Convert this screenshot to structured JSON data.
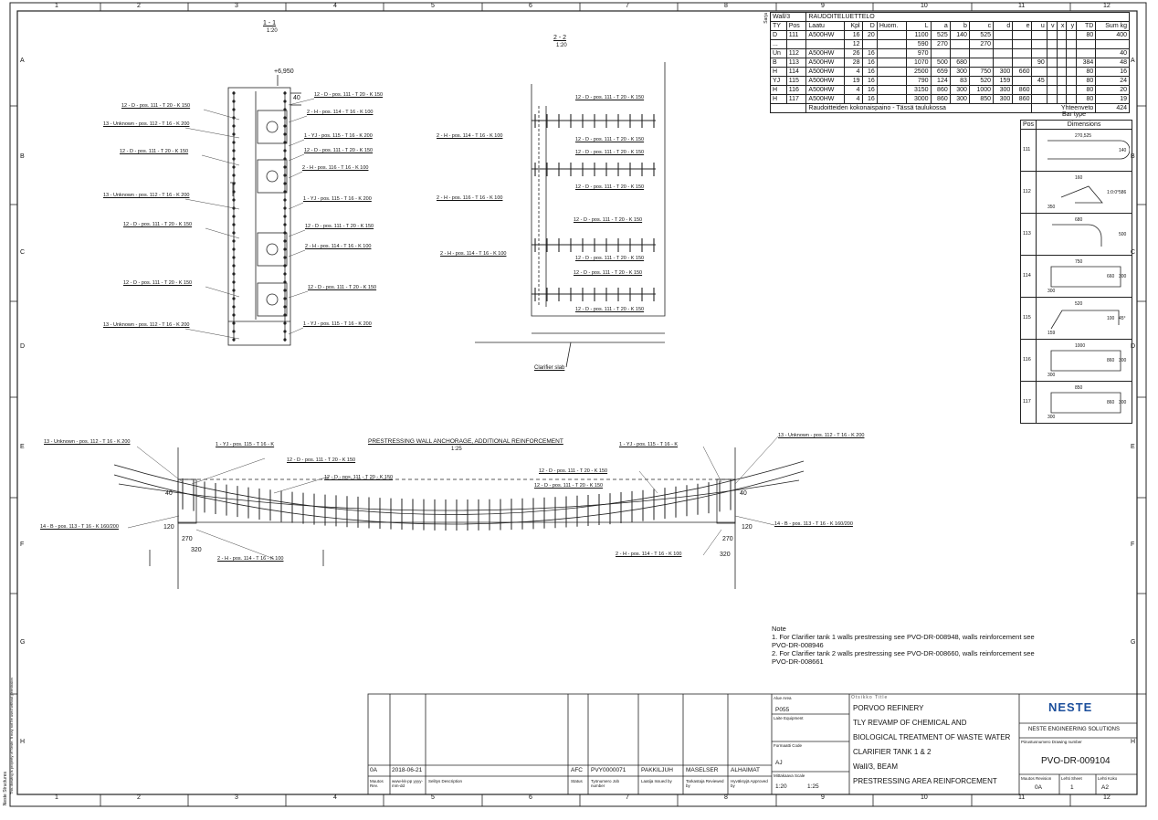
{
  "grid": {
    "cols": [
      "1",
      "2",
      "3",
      "4",
      "5",
      "6",
      "7",
      "8",
      "9",
      "10",
      "11",
      "12"
    ],
    "rows": [
      "A",
      "B",
      "C",
      "D",
      "E",
      "F",
      "G",
      "H"
    ]
  },
  "sections": {
    "s11_title": "1 - 1",
    "s11_scale": "1:20",
    "s22_title": "2 - 2",
    "s22_scale": "1:20",
    "elev_title": "PRESTRESSING WALL ANCHORAGE, ADDITIONAL REINFORCEMENT",
    "elev_scale": "1:25",
    "level": "+6,950",
    "clarifier": "Clarifier slab"
  },
  "labels_11": [
    "12 - D - pos. 111 - T 20 - K 150",
    "13 - Unknown - pos. 112 - T 16 - K 200",
    "12 - D - pos. 111 - T 20 - K 150",
    "13 - Unknown - pos. 112 - T 16 - K 200",
    "12 - D - pos. 111 - T 20 - K 150",
    "12 - D - pos. 111 - T 20 - K 150",
    "13 - Unknown - pos. 112 - T 16 - K 200",
    "12 - D - pos. 111 - T 20 - K 150",
    "2 - H - pos. 114 - T 16 - K 100",
    "1 - YJ - pos. 115 - T 16 - K 200",
    "12 - D - pos. 111 - T 20 - K 150",
    "2 - H - pos. 116 - T 16 - K 100",
    "1 - YJ - pos. 115 - T 16 - K 200",
    "12 - D - pos. 111 - T 20 - K 150",
    "2 - H - pos. 114 - T 16 - K 100",
    "12 - D - pos. 111 - T 20 - K 150",
    "1 - YJ - pos. 115 - T 16 - K 200"
  ],
  "labels_22": [
    "2 - H - pos. 114 - T 16 - K 100",
    "2 - H - pos. 116 - T 16 - K 100",
    "2 - H - pos. 114 - T 16 - K 100",
    "12 - D - pos. 111 - T 20 - K 150",
    "12 - D - pos. 111 - T 20 - K 150",
    "12 - D - pos. 111 - T 20 - K 150",
    "12 - D - pos. 111 - T 20 - K 150",
    "12 - D - pos. 111 - T 20 - K 150",
    "12 - D - pos. 111 - T 20 - K 150",
    "12 - D - pos. 111 - T 20 - K 150",
    "12 - D - pos. 111 - T 20 - K 150"
  ],
  "labels_elev": [
    "13 - Unknown - pos. 112 - T 16 - K 200",
    "1 - YJ - pos. 115 - T 16 - K",
    "12 - D - pos. 111 - T 20 - K 150",
    "12 - D - pos. 111 - T 20 - K 150",
    "14 - B - pos. 113 - T 16 - K 160/200",
    "2 - H - pos. 114 - T 16 - K 100",
    "13 - Unknown - pos. 112 - T 16 - K 200",
    "1 - YJ - pos. 115 - T 16 - K",
    "12 - D - pos. 111 - T 20 - K 150",
    "12 - D - pos. 111 - T 20 - K 150",
    "14 - B - pos. 113 - T 16 - K 160/200",
    "2 - H - pos. 114 - T 16 - K 100"
  ],
  "dims_elev": [
    "40",
    "120",
    "270",
    "320",
    "40",
    "120",
    "270",
    "320"
  ],
  "dim_40": "40",
  "schedule": {
    "title": "RAUDOITELUETTELO",
    "wall": "Wall/3",
    "side": "Sarja",
    "headers": [
      "TY",
      "Pos",
      "Laatu",
      "Kpl",
      "D",
      "Huom.",
      "L",
      "a",
      "b",
      "c",
      "d",
      "e",
      "u",
      "v",
      "x",
      "y",
      "TD",
      "Sum kg"
    ],
    "rows": [
      [
        "D",
        "111",
        "A500HW",
        "16",
        "20",
        "",
        "1100",
        "525",
        "140",
        "525",
        "",
        "",
        "",
        "",
        "",
        "",
        "80",
        "400"
      ],
      [
        "...",
        "",
        "",
        "12",
        "",
        "",
        "590",
        "270",
        "",
        "270",
        "",
        "",
        "",
        "",
        "",
        "",
        "",
        ""
      ],
      [
        "Un",
        "112",
        "A500HW",
        "26",
        "16",
        "",
        "970",
        "",
        "",
        "",
        "",
        "",
        "",
        "",
        "",
        "",
        "",
        "40"
      ],
      [
        "B",
        "113",
        "A500HW",
        "28",
        "16",
        "",
        "1070",
        "500",
        "680",
        "",
        "",
        "",
        "90",
        "",
        "",
        "",
        "384",
        "48"
      ],
      [
        "H",
        "114",
        "A500HW",
        "4",
        "16",
        "",
        "2500",
        "659",
        "300",
        "750",
        "300",
        "660",
        "",
        "",
        "",
        "",
        "80",
        "16"
      ],
      [
        "YJ",
        "115",
        "A500HW",
        "19",
        "16",
        "",
        "790",
        "124",
        "83",
        "520",
        "159",
        "",
        "45",
        "",
        "",
        "",
        "80",
        "24"
      ],
      [
        "H",
        "116",
        "A500HW",
        "4",
        "16",
        "",
        "3150",
        "860",
        "300",
        "1000",
        "300",
        "860",
        "",
        "",
        "",
        "",
        "80",
        "20"
      ],
      [
        "H",
        "117",
        "A500HW",
        "4",
        "16",
        "",
        "3000",
        "860",
        "300",
        "850",
        "300",
        "860",
        "",
        "",
        "",
        "",
        "80",
        "19"
      ]
    ],
    "total_label": "Raudoitteiden kokonaispaino - Tässä taulukossa",
    "total_value_label": "Yhteenveto",
    "total_value": "424"
  },
  "bar_types": {
    "title": "Bar type",
    "col_pos": "Pos",
    "col_dim": "Dimensions",
    "rows": [
      {
        "pos": "111",
        "dims": [
          "270,525",
          "140"
        ]
      },
      {
        "pos": "112",
        "dims": [
          "160",
          "586",
          "350",
          "1:0:0°"
        ]
      },
      {
        "pos": "113",
        "dims": [
          "680",
          "500"
        ]
      },
      {
        "pos": "114",
        "dims": [
          "750",
          "300",
          "300",
          "660"
        ]
      },
      {
        "pos": "115",
        "dims": [
          "520",
          "45°",
          "159",
          "100"
        ]
      },
      {
        "pos": "116",
        "dims": [
          "1000",
          "300",
          "300",
          "860"
        ]
      },
      {
        "pos": "117",
        "dims": [
          "850",
          "300",
          "300",
          "860"
        ]
      }
    ]
  },
  "notes": {
    "title": "Note",
    "lines": [
      "1. For Clarifier tank 1 walls prestressing see PVO-DR-008948, walls reinforcement see",
      "PVO-DR-008946",
      "2. For Clarifier tank 2 walls prestressing see PVO-DR-008660, walls reinforcement see",
      "PVO-DR-008661"
    ]
  },
  "title_block": {
    "area_label": "Alue Area",
    "area": "P055",
    "equipment_label": "Laite Equipment",
    "format_label": "Formaatti Code",
    "format": "AJ",
    "scale_label": "Mittakaava Scale",
    "scale1": "1:20",
    "scale2": "1:25",
    "otsikko_label": "Otsikko Title",
    "title_lines": [
      "PORVOO REFINERY",
      "TLY REVAMP OF CHEMICAL AND",
      "BIOLOGICAL TREATMENT OF WASTE WATER",
      "CLARIFIER TANK 1 & 2",
      "Wall/3, BEAM",
      "PRESTRESSING AREA REINFORCEMENT"
    ],
    "company": "NESTE ENGINEERING SOLUTIONS",
    "drawing_no_label": "Piirustusnumero Drawing number",
    "drawing_no": "PVO-DR-009104",
    "revision_label": "Muutos Revision",
    "revision": "0A",
    "sheet_label": "Lehti Sheet",
    "sheet": "1",
    "size_label": "Lehti Koko",
    "size": "A2",
    "logo": "NESTE"
  },
  "revision_row": {
    "rev": "0A",
    "date": "2018-06-21",
    "status": "AFC",
    "job": "PVY0000071",
    "issued": "PAKKILJUH",
    "reviewed": "MASELSER",
    "approved": "ALHAIMAT"
  },
  "revision_headers": {
    "rev": "Muutos Rev.",
    "date": "www-kk-pp yyyy-mm-dd",
    "desc": "Selitys Description",
    "status": "Status",
    "job": "Työnumero Job number",
    "issued": "Laatija Issued by",
    "reviewed": "Tarkastaja Reviewed by",
    "approved": "Hyväksyjä Approved by"
  },
  "side_texts": {
    "margin": "This drawing is property of Neste. It may not be used without permission",
    "stamp": "Neste Structures"
  }
}
